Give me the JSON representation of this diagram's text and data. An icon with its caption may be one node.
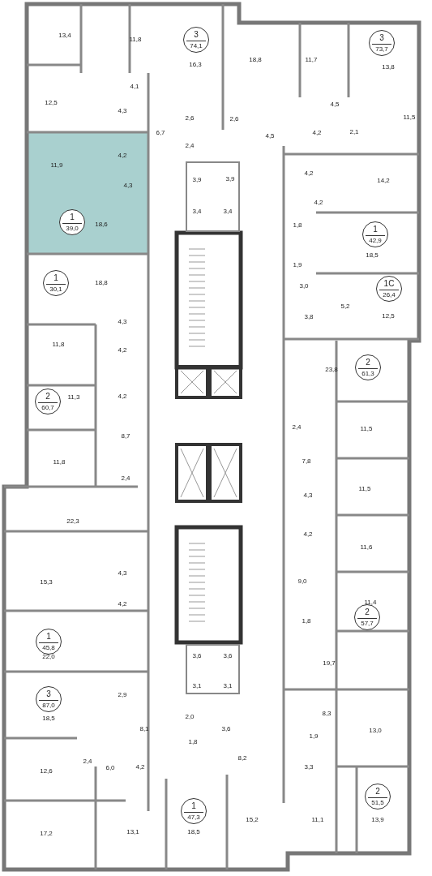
{
  "diagram": {
    "nodes": [
      {
        "text": [
          "3",
          "74,1"
        ]
      },
      {
        "text": [
          "3",
          "73,7"
        ]
      },
      {
        "text": [
          "1",
          "39,0"
        ]
      },
      {
        "text": [
          "1",
          "42,9"
        ]
      },
      {
        "text": [
          "1",
          "30,1"
        ]
      },
      {
        "text": [
          "1С",
          "26,4"
        ]
      },
      {
        "text": [
          "2",
          "60,7"
        ]
      },
      {
        "text": [
          "2",
          "61,3"
        ]
      },
      {
        "text": [
          "1",
          "45,8"
        ]
      },
      {
        "text": [
          "2",
          "57,7"
        ]
      },
      {
        "text": [
          "3",
          "87,0"
        ]
      },
      {
        "text": [
          "1",
          "47,3"
        ]
      },
      {
        "text": [
          "2",
          "51,5"
        ]
      }
    ],
    "labels": [
      "13,4",
      "11,8",
      "16,3",
      "18,8",
      "11,7",
      "13,8",
      "4,1",
      "12,5",
      "4,5",
      "11,5",
      "4,3",
      "2,6",
      "2,6",
      "6,7",
      "4,5",
      "4,2",
      "2,1",
      "2,4",
      "11,9",
      "4,2",
      "4,2",
      "14,2",
      "4,3",
      "3,9",
      "3,9",
      "4,2",
      "3,4",
      "3,4",
      "18,6",
      "1,8",
      "18,5",
      "1,9",
      "18,8",
      "3,0",
      "5,2",
      "3,8",
      "12,5",
      "4,3",
      "4,2",
      "11,8",
      "23,8",
      "11,3",
      "4,2",
      "2,4",
      "11,5",
      "8,7",
      "11,8",
      "7,8",
      "2,4",
      "11,5",
      "22,3",
      "4,3",
      "4,2",
      "11,6",
      "4,3",
      "15,3",
      "4,2",
      "9,0",
      "11,4",
      "1,8",
      "22,0",
      "19,7",
      "3,6",
      "3,6",
      "3,1",
      "3,1",
      "2,9",
      "18,5",
      "8,3",
      "2,0",
      "8,1",
      "3,6",
      "1,9",
      "13,0",
      "1,8",
      "2,4",
      "12,6",
      "6,0",
      "4,2",
      "8,2",
      "3,3",
      "17,2",
      "13,1",
      "18,5",
      "15,2",
      "11,1",
      "13,9"
    ]
  }
}
